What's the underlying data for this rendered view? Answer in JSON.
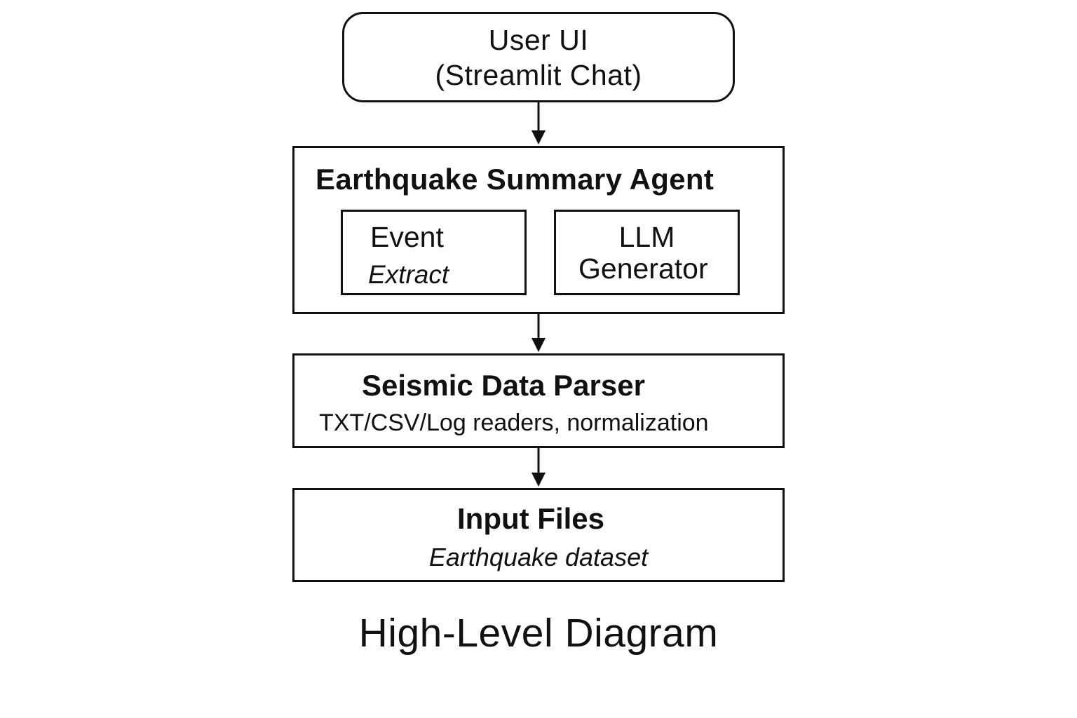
{
  "nodes": {
    "user_ui": {
      "line1": "User UI",
      "line2": "(Streamlit Chat)"
    },
    "agent": {
      "title": "Earthquake Summary Agent",
      "event_extract": {
        "line1": "Event",
        "line2": "Extract"
      },
      "llm_generator": {
        "line1": "LLM",
        "line2": "Generator"
      }
    },
    "parser": {
      "title": "Seismic Data Parser",
      "subtitle": "TXT/CSV/Log readers, normalization"
    },
    "input_files": {
      "title": "Input Files",
      "subtitle": "Earthquake dataset"
    }
  },
  "caption": "High-Level Diagram",
  "colors": {
    "stroke": "#111111",
    "background": "#ffffff"
  }
}
